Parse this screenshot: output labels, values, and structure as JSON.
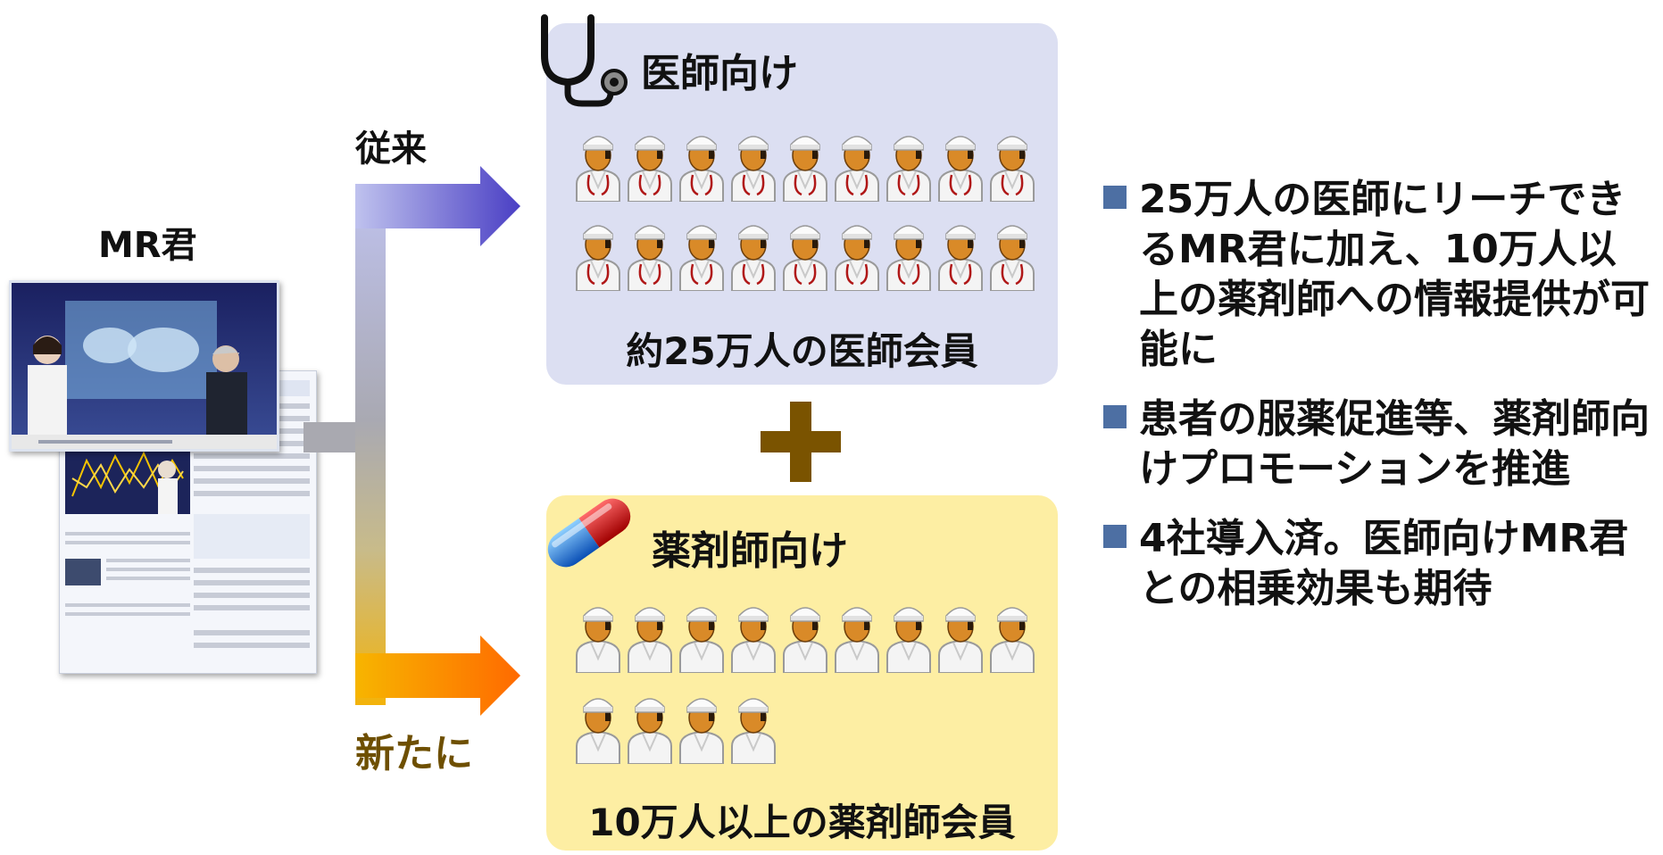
{
  "mr": {
    "label": "MR君"
  },
  "flow": {
    "conventional_label": "従来",
    "new_label": "新たに"
  },
  "doctor_panel": {
    "title": "医師向け",
    "caption": "約25万人の医師会員",
    "icon_rows": [
      9,
      9
    ],
    "icon": "doctor-icon"
  },
  "pharmacist_panel": {
    "title": "薬剤師向け",
    "caption": "10万人以上の薬剤師会員",
    "icon_rows": [
      9,
      4
    ],
    "icon": "pharmacist-icon"
  },
  "bullets": [
    "25万人の医師にリーチできるMR君に加え、10万人以上の薬剤師への情報提供が可能に",
    "患者の服薬促進等、薬剤師向けプロモーションを推進",
    "4社導入済。医師向けMR君との相乗効果も期待"
  ],
  "colors": {
    "doctor_panel_bg": "#dcdff2",
    "pharmacist_panel_bg": "#fdeea3",
    "plus": "#7a5300",
    "arrow_top": "#4a3fc4",
    "arrow_bottom": "#ff6a00",
    "bullet_mark": "#4d6fa3"
  }
}
